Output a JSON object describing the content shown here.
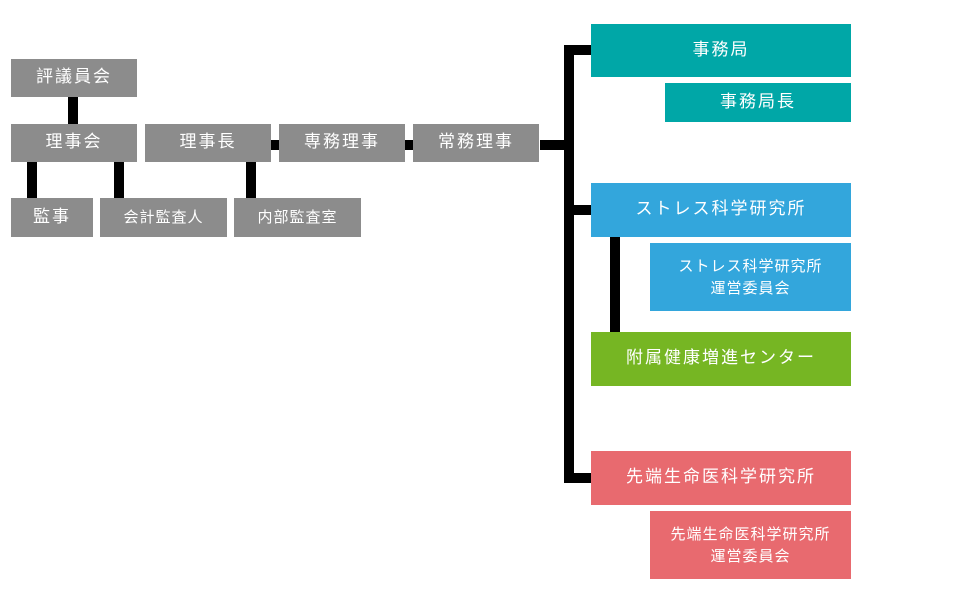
{
  "org_chart": {
    "governance": {
      "council": "評議員会",
      "board": "理事会",
      "auditor": "監事",
      "accounting_auditor": "会計監査人",
      "chairman": "理事長",
      "executive_director": "専務理事",
      "managing_director": "常務理事",
      "internal_audit": "内部監査室"
    },
    "departments": {
      "secretariat": "事務局",
      "secretariat_head": "事務局長",
      "stress_institute": "ストレス科学研究所",
      "stress_committee_line1": "ストレス科学研究所",
      "stress_committee_line2": "運営委員会",
      "health_center": "附属健康増進センター",
      "advanced_institute": "先端生命医科学研究所",
      "advanced_committee_line1": "先端生命医科学研究所",
      "advanced_committee_line2": "運営委員会"
    },
    "colors": {
      "governance": "#8c8c8c",
      "secretariat": "#00a7a7",
      "stress": "#33a6dc",
      "health": "#76b623",
      "advanced": "#e86a6f",
      "connector": "#000000"
    }
  }
}
